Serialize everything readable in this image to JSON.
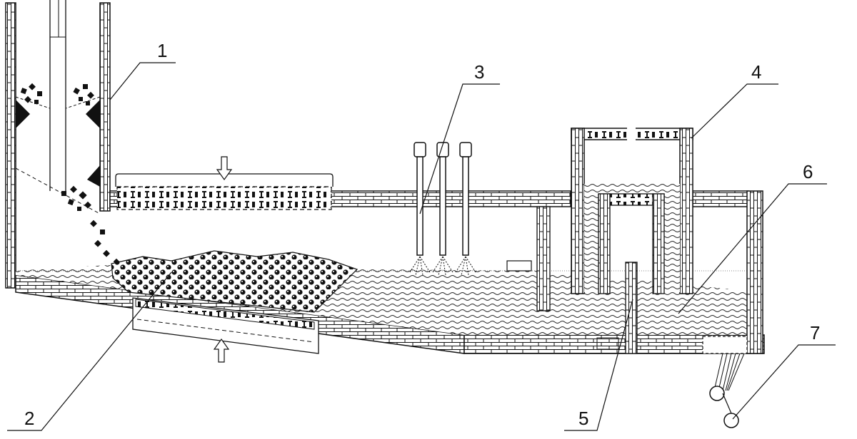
{
  "labels": [
    "1",
    "2",
    "3",
    "4",
    "5",
    "6",
    "7"
  ],
  "colors": {
    "ink": "#111111",
    "paper": "#ffffff"
  }
}
